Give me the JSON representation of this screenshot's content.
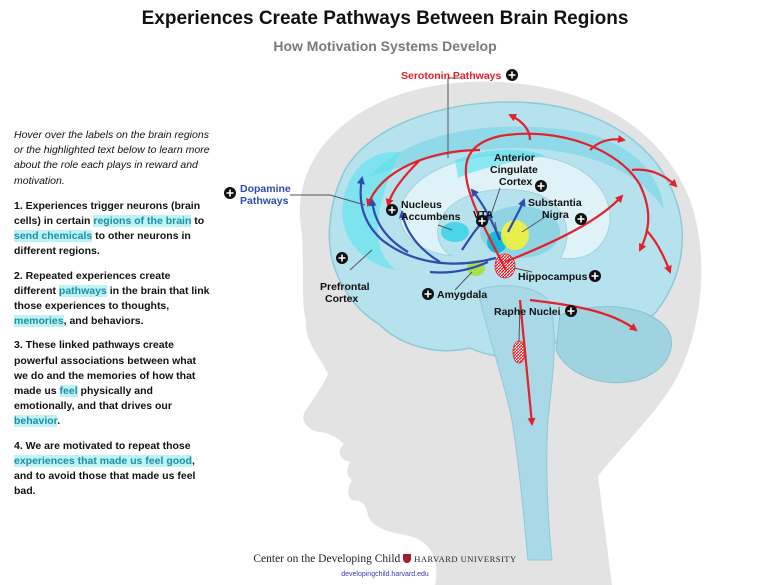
{
  "header": {
    "title": "Experiences Create Pathways Between Brain Regions",
    "subtitle": "How Motivation Systems Develop"
  },
  "panel": {
    "intro": "Hover over the labels on the brain regions or the highlighted text below to learn more about the role each plays in reward and motivation.",
    "item1": {
      "p1": "1. Experiences trigger neurons (brain cells) in certain ",
      "h1": "regions of the brain",
      "p2": " to ",
      "h2": "send chemicals",
      "p3": " to other neurons in different regions."
    },
    "item2": {
      "p1": "2. Repeated experiences create different ",
      "h1": "pathways",
      "p2": " in the brain that link those experiences to thoughts, ",
      "h2": "memories",
      "p3": ", and behaviors."
    },
    "item3": {
      "p1": "3. These linked pathways create powerful associations between what we do and the memories of how that made us ",
      "h1": "feel",
      "p2": " physically and emotionally, and that drives our ",
      "h2": "behavior",
      "p3": "."
    },
    "item4": {
      "p1": "4. We are motivated to repeat those ",
      "h1": "experiences that made us feel good",
      "p2": ", and to avoid those that made us feel bad."
    }
  },
  "labels": {
    "serotonin": "Serotonin Pathways",
    "dopamine_1": "Dopamine",
    "dopamine_2": "Pathways",
    "acc_1": "Anterior",
    "acc_2": "Cingulate",
    "acc_3": "Cortex",
    "nacc_1": "Nucleus",
    "nacc_2": "Accumbens",
    "vta": "VTA",
    "sn_1": "Substantia",
    "sn_2": "Nigra",
    "pfc_1": "Prefrontal",
    "pfc_2": "Cortex",
    "amygdala": "Amygdala",
    "hippocampus": "Hippocampus",
    "raphe": "Raphe Nuclei"
  },
  "footer": {
    "org": "Center on the Developing Child",
    "university": "HARVARD UNIVERSITY",
    "url": "developingchild.harvard.edu"
  },
  "colors": {
    "serotonin": "#e4202a",
    "dopamine": "#2f4ab0",
    "highlight": "#bff2f4",
    "brain": "#a8dcec"
  }
}
